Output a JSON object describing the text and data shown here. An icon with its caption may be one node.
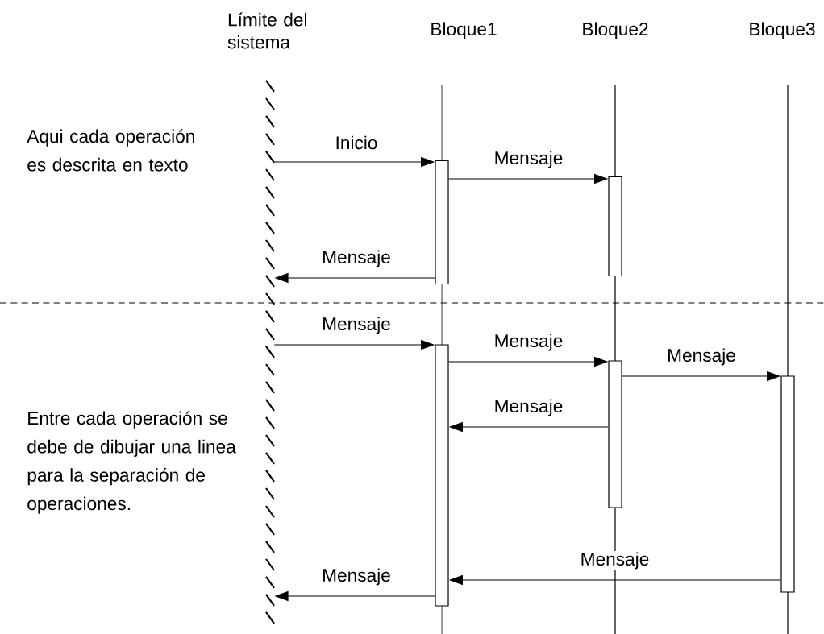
{
  "diagram": {
    "nodes": [
      {
        "text": [
          "Límite del sistema"
        ]
      },
      {
        "text": [
          "Bloque1"
        ]
      },
      {
        "text": [
          "Bloque2"
        ]
      },
      {
        "text": [
          "Bloque3"
        ]
      },
      {
        "text": [],
        "shape": "bar"
      },
      {
        "text": [],
        "shape": "bar"
      },
      {
        "text": [],
        "shape": "bar"
      },
      {
        "text": [],
        "shape": "bar"
      },
      {
        "text": [],
        "shape": "bar"
      }
    ],
    "edges": [
      {
        "from": 0,
        "to": 4,
        "arrow": "to",
        "label": "Inicio"
      },
      {
        "from": 4,
        "to": 6,
        "arrow": "to",
        "label": "Mensaje"
      },
      {
        "from": 4,
        "to": 0,
        "arrow": "to",
        "label": "Mensaje"
      },
      {
        "from": 0,
        "to": 5,
        "arrow": "to",
        "label": "Mensaje"
      },
      {
        "from": 5,
        "to": 7,
        "arrow": "to",
        "label": "Mensaje"
      },
      {
        "from": 7,
        "to": 8,
        "arrow": "to",
        "label": "Mensaje"
      },
      {
        "from": 7,
        "to": 5,
        "arrow": "to",
        "label": "Mensaje"
      },
      {
        "from": 8,
        "to": 5,
        "arrow": "to",
        "label": "Mensaje"
      },
      {
        "from": 5,
        "to": 0,
        "arrow": "to",
        "label": "Mensaje"
      }
    ],
    "labels": [
      "Aqui cada operación es descrita en texto",
      "Entre cada operación se debe de dibujar una linea para la separación de operaciones."
    ]
  }
}
